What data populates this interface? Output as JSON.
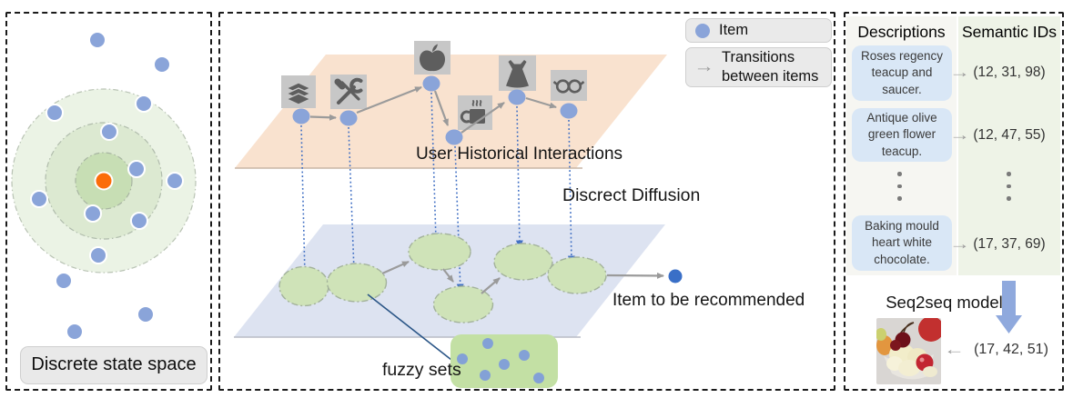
{
  "left_panel": {
    "label": "Discrete state space"
  },
  "legend": {
    "item": "Item",
    "transitions": "Transitions between items"
  },
  "diffusion": {
    "top_plane_caption": "User Historical Interactions",
    "process_caption": "Discrect Diffusion",
    "output_caption": "Item to be recommended",
    "fuzzy_caption": "fuzzy sets",
    "item_icons": [
      "books",
      "tools",
      "apple",
      "coffee-cup",
      "dress",
      "glasses"
    ]
  },
  "semantic_table": {
    "col_descriptions": "Descriptions",
    "col_semantic_ids": "Semantic IDs",
    "rows": [
      {
        "description": "Roses regency teacup and saucer.",
        "semantic_id": "(12, 31, 98)"
      },
      {
        "description": "Antique olive green flower teacup.",
        "semantic_id": "(12, 47, 55)"
      },
      {
        "description": "Baking mould heart white chocolate.",
        "semantic_id": "(17, 37, 69)"
      }
    ],
    "model_label": "Seq2seq model",
    "generated_id": "(17, 42, 51)"
  },
  "colors": {
    "item_blue": "#8aa4d9",
    "recommended_item_blue": "#3a6fc7",
    "noise_orange": "#fb6d0a",
    "history_plane_orange": "#f9e2cf",
    "diffusion_plane_blue": "#dde3f1",
    "fuzzy_set_green": "#cfe3b8",
    "fuzzy_box_green": "#c3e0a4",
    "transition_arrow_gray": "#9a9a9a",
    "dotted_arrow_blue": "#4170c4",
    "description_box_blue": "#d9e7f6",
    "semantic_column_green": "#eef3e7",
    "seq2seq_arrow_blue": "#8fa9dd"
  }
}
